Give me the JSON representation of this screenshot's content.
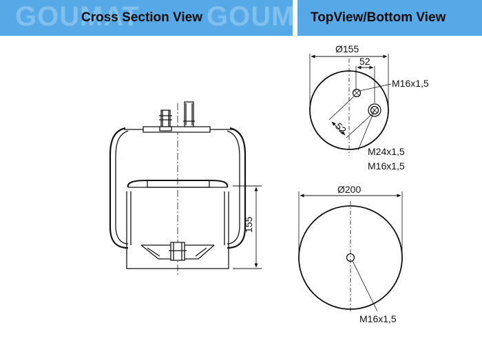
{
  "header": {
    "left_title": "Cross Section View",
    "right_title": "TopView/Bottom View",
    "watermark_left_1": "GOUMAT",
    "watermark_left_2": "GOUMAT AIRSPRING"
  },
  "cross_section": {
    "height_dim": "155"
  },
  "top_view": {
    "diameter": "Ø155",
    "offset_dim": "52",
    "offset_dim_diag": "52",
    "thread_small": "M16x1,5",
    "thread_large": "M24x1,5",
    "thread_large_2": "M16x1,5"
  },
  "bottom_view": {
    "diameter": "Ø200",
    "thread": "M16x1,5"
  },
  "colors": {
    "header_bg": "#56a8e6",
    "watermark": "#7fc0ef",
    "line": "#111111"
  }
}
